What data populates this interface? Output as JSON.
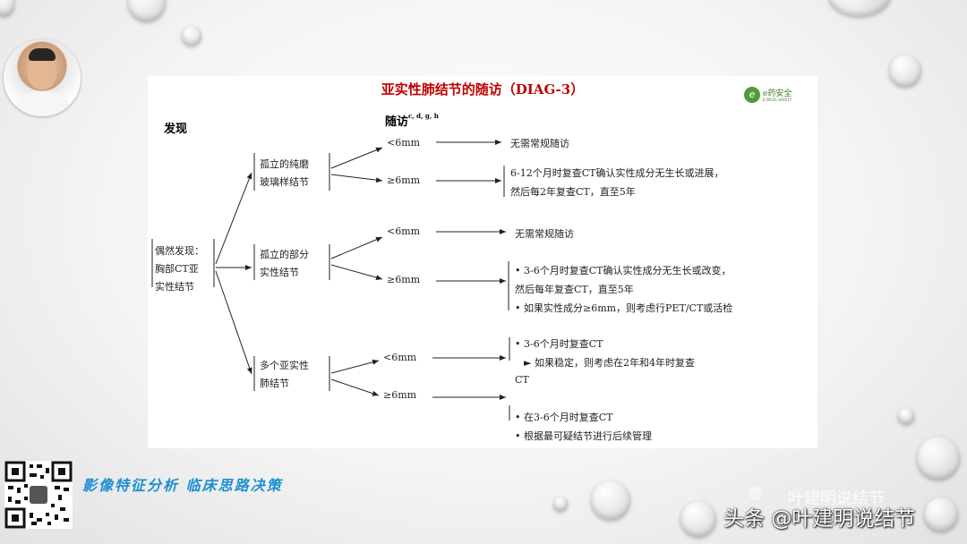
{
  "slide": {
    "title": "亚实性肺结节的随访（DIAG-3）",
    "logo_text": "e药安全",
    "logo_sub": "E-DRUG SAFETY",
    "header_find": "发现",
    "header_follow": "随访",
    "header_follow_sup": "c, d, g, h",
    "root": [
      "偶然发现：",
      "胸部CT亚",
      "实性结节"
    ],
    "branches": [
      {
        "label": [
          "孤立的纯磨",
          "玻璃样结节"
        ],
        "small": "<6mm",
        "small_result": "无需常规随访",
        "large": "≥6mm",
        "large_result": [
          "6-12个月时复查CT确认实性成分无生长或进展，",
          "然后每2年复查CT，直至5年"
        ]
      },
      {
        "label": [
          "孤立的部分",
          "实性结节"
        ],
        "small": "<6mm",
        "small_result": "无需常规随访",
        "large": "≥6mm",
        "large_result": [
          "• 3-6个月时复查CT确认实性成分无生长或改变，",
          "然后每年复查CT，直至5年",
          "• 如果实性成分≥6mm，则考虑行PET/CT或活检"
        ]
      },
      {
        "label": [
          "多个亚实性",
          "肺结节"
        ],
        "small": "<6mm",
        "small_result": [
          "• 3-6个月时复查CT",
          "► 如果稳定，则考虑在2年和4年时复查",
          "CT"
        ],
        "large": "≥6mm",
        "large_result": [
          "• 在3-6个月时复查CT",
          "• 根据最可疑结节进行后续管理"
        ]
      }
    ]
  },
  "footer": {
    "slogan": "影像特征分析   临床思路决策",
    "watermark_faint": "叶建明说结节",
    "watermark": "头条 @叶建明说结节"
  },
  "colors": {
    "title": "#c00000",
    "slogan": "#1e8fd0",
    "logo": "#4f9a3a"
  }
}
